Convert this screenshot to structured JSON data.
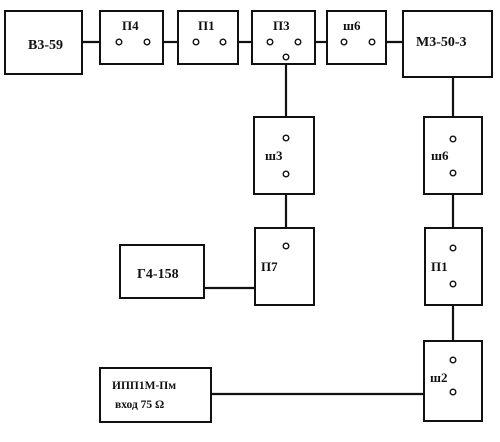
{
  "blocks": {
    "v3_59": "В3-59",
    "p4": "П4",
    "p1_top": "П1",
    "p3": "П3",
    "sh6_top": "ш6",
    "m3_50_3": "М3-50-3",
    "sh3": "ш3",
    "sh6_right": "ш6",
    "g4_158": "Г4-158",
    "p7": "П7",
    "p1_right": "П1",
    "ipp1m_line1": "ИПП1М-Пм",
    "ipp1m_line2": "вход 75 Ω",
    "sh2": "ш2"
  }
}
